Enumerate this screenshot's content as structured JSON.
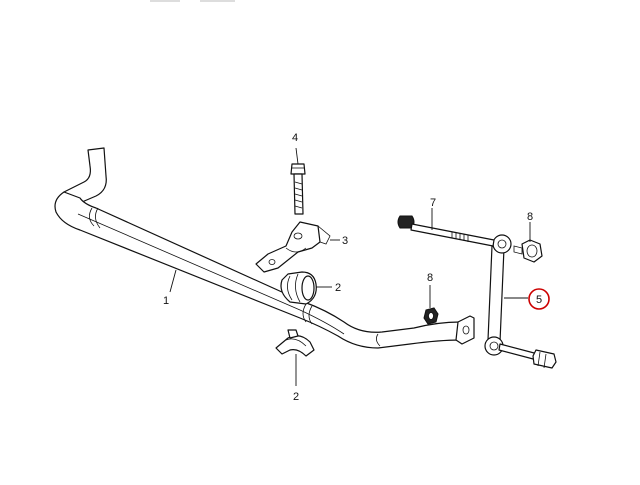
{
  "diagram": {
    "accent_color": "#cc0000",
    "callouts": {
      "bar": "1",
      "bushing_a": "2",
      "bushing_b": "2",
      "bracket": "3",
      "bracket_bolt": "4",
      "link": "5",
      "link_bolt": "7",
      "nut_a": "8",
      "nut_b": "8"
    }
  }
}
